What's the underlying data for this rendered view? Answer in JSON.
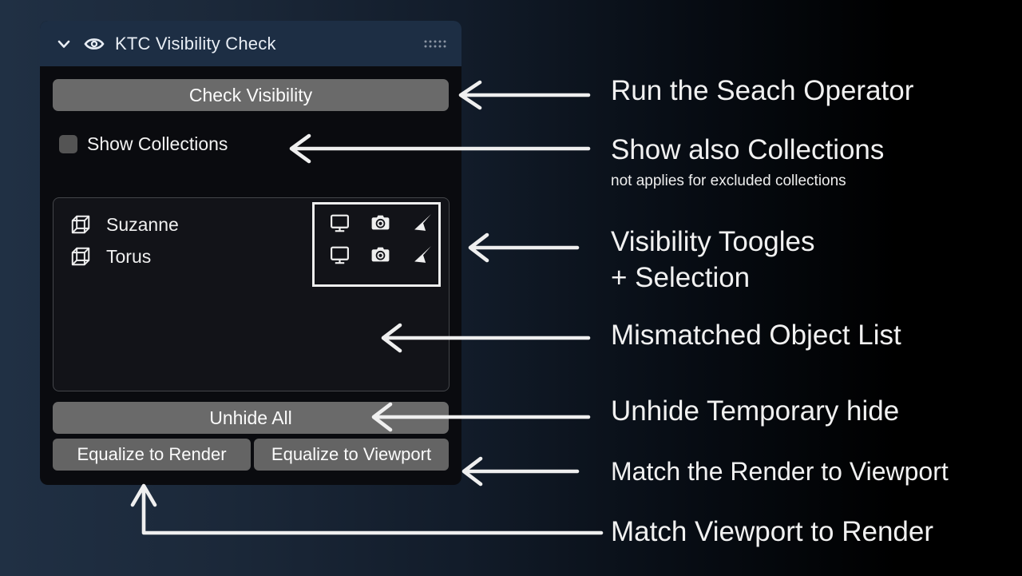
{
  "panel": {
    "title": "KTC Visibility Check",
    "header_icons": [
      "chevron-down",
      "eye",
      "drag-grip"
    ],
    "buttons": {
      "check_visibility": "Check Visibility",
      "unhide_all": "Unhide All",
      "equalize_render": "Equalize to Render",
      "equalize_viewport": "Equalize to Viewport"
    },
    "show_collections": {
      "label": "Show Collections",
      "checked": false
    },
    "object_list": [
      {
        "name": "Suzanne",
        "icon": "mesh-cube",
        "toggles": [
          "viewport-monitor",
          "render-camera",
          "select-cursor"
        ]
      },
      {
        "name": "Torus",
        "icon": "mesh-cube",
        "toggles": [
          "viewport-monitor",
          "render-camera",
          "select-cursor"
        ]
      }
    ]
  },
  "annotations": {
    "run_operator": "Run the Seach Operator",
    "show_collections": "Show also Collections",
    "show_collections_note": "not applies for excluded collections",
    "visibility_toggles": [
      "Visibility Toogles",
      "+ Selection"
    ],
    "mismatched_list": "Mismatched Object List",
    "unhide": "Unhide Temporary hide",
    "match_render_to_viewport": "Match the Render to Viewport",
    "match_viewport_to_render": "Match Viewport to Render"
  },
  "colors": {
    "background_left": "#203044",
    "background_right": "#000000",
    "panel_header": "#1d2e44",
    "panel_body": "#0a0b0f",
    "button_grey": "#6a6a6a",
    "list_background": "#121318",
    "annotation_white": "#f1f1f1"
  }
}
